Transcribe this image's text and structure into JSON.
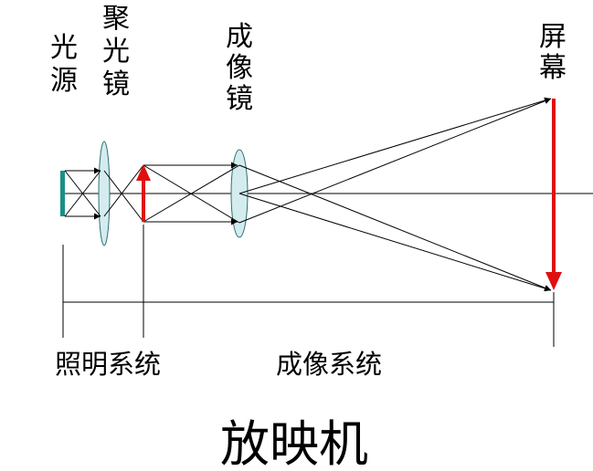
{
  "labels": {
    "light_source": "光源",
    "condenser": "聚光镜",
    "imaging_lens": "成像镜",
    "screen": "屏幕",
    "illumination_system": "照明系统",
    "imaging_system": "成像系统",
    "title": "放映机"
  },
  "colors": {
    "light_source": "#1a8f86",
    "lens_fill": "#d4ecee",
    "arrow": "#e01010",
    "line": "#000000"
  }
}
